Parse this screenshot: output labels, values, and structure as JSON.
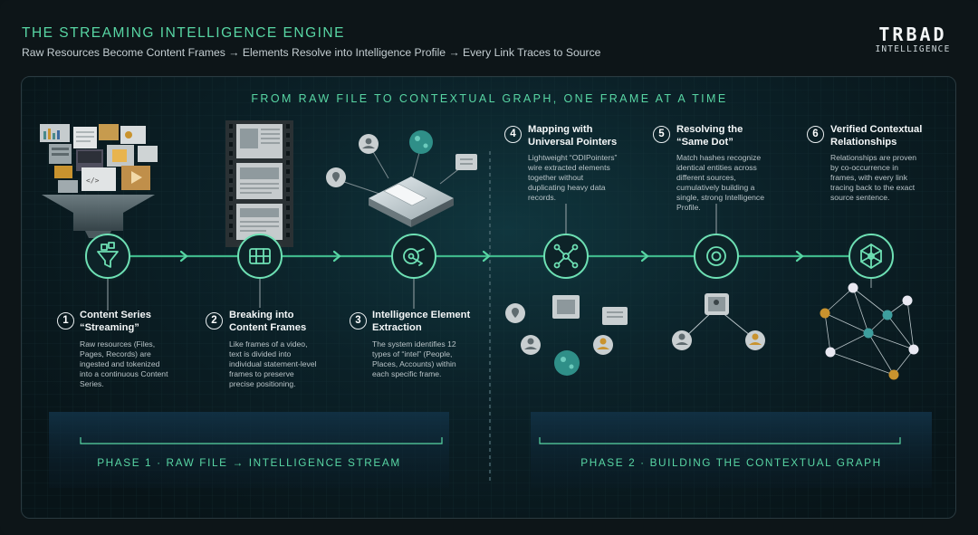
{
  "header": {
    "title": "THE STREAMING INTELLIGENCE ENGINE",
    "subtitle": "Raw Resources Become Content Frames → Elements Resolve into Intelligence Profile → Every Link Traces to Source"
  },
  "logo": {
    "main": "TRBAD",
    "sub": "INTELLIGENCE"
  },
  "panel": {
    "heading": "FROM RAW FILE TO CONTEXTUAL GRAPH, ONE FRAME AT A TIME"
  },
  "steps": [
    {
      "num": "1",
      "title": "Content Series\n“Streaming”",
      "desc": "Raw resources (Files,\nPages, Records) are\ningested and tokenized\ninto a continuous Content\nSeries.",
      "icon": "funnel-icon"
    },
    {
      "num": "2",
      "title": "Breaking into\nContent Frames",
      "desc": "Like frames of a video,\ntext is divided into\nindividual statement-level\nframes to preserve\nprecise positioning.",
      "icon": "grid-icon"
    },
    {
      "num": "3",
      "title": "Intelligence Element\nExtraction",
      "desc": "The system identifies 12\ntypes of “intel” (People,\nPlaces, Accounts) within\neach specific frame.",
      "icon": "extract-icon"
    },
    {
      "num": "4",
      "title": "Mapping with\nUniversal Pointers",
      "desc": "Lightweight “ODIPointers”\nwire extracted elements\ntogether without\nduplicating heavy data\nrecords.",
      "icon": "network-icon"
    },
    {
      "num": "5",
      "title": "Resolving the\n“Same Dot”",
      "desc": "Match hashes recognize\nidentical entities across\ndifferent sources,\ncumulatively building a\nsingle, strong Intelligence\nProfile.",
      "icon": "target-icon"
    },
    {
      "num": "6",
      "title": "Verified Contextual\nRelationships",
      "desc": "Relationships are proven\nby co-occurrence in\nframes, with every link\ntracing back to the exact\nsource sentence.",
      "icon": "graph-icon"
    }
  ],
  "phases": [
    {
      "label": "PHASE 1 · RAW FILE → INTELLIGENCE STREAM"
    },
    {
      "label": "PHASE 2 · BUILDING THE CONTEXTUAL GRAPH"
    }
  ],
  "colors": {
    "accent": "#58d6a4",
    "node_gold": "#c9932e",
    "node_teal": "#3e9e9e",
    "node_white": "#e9e9f2"
  }
}
